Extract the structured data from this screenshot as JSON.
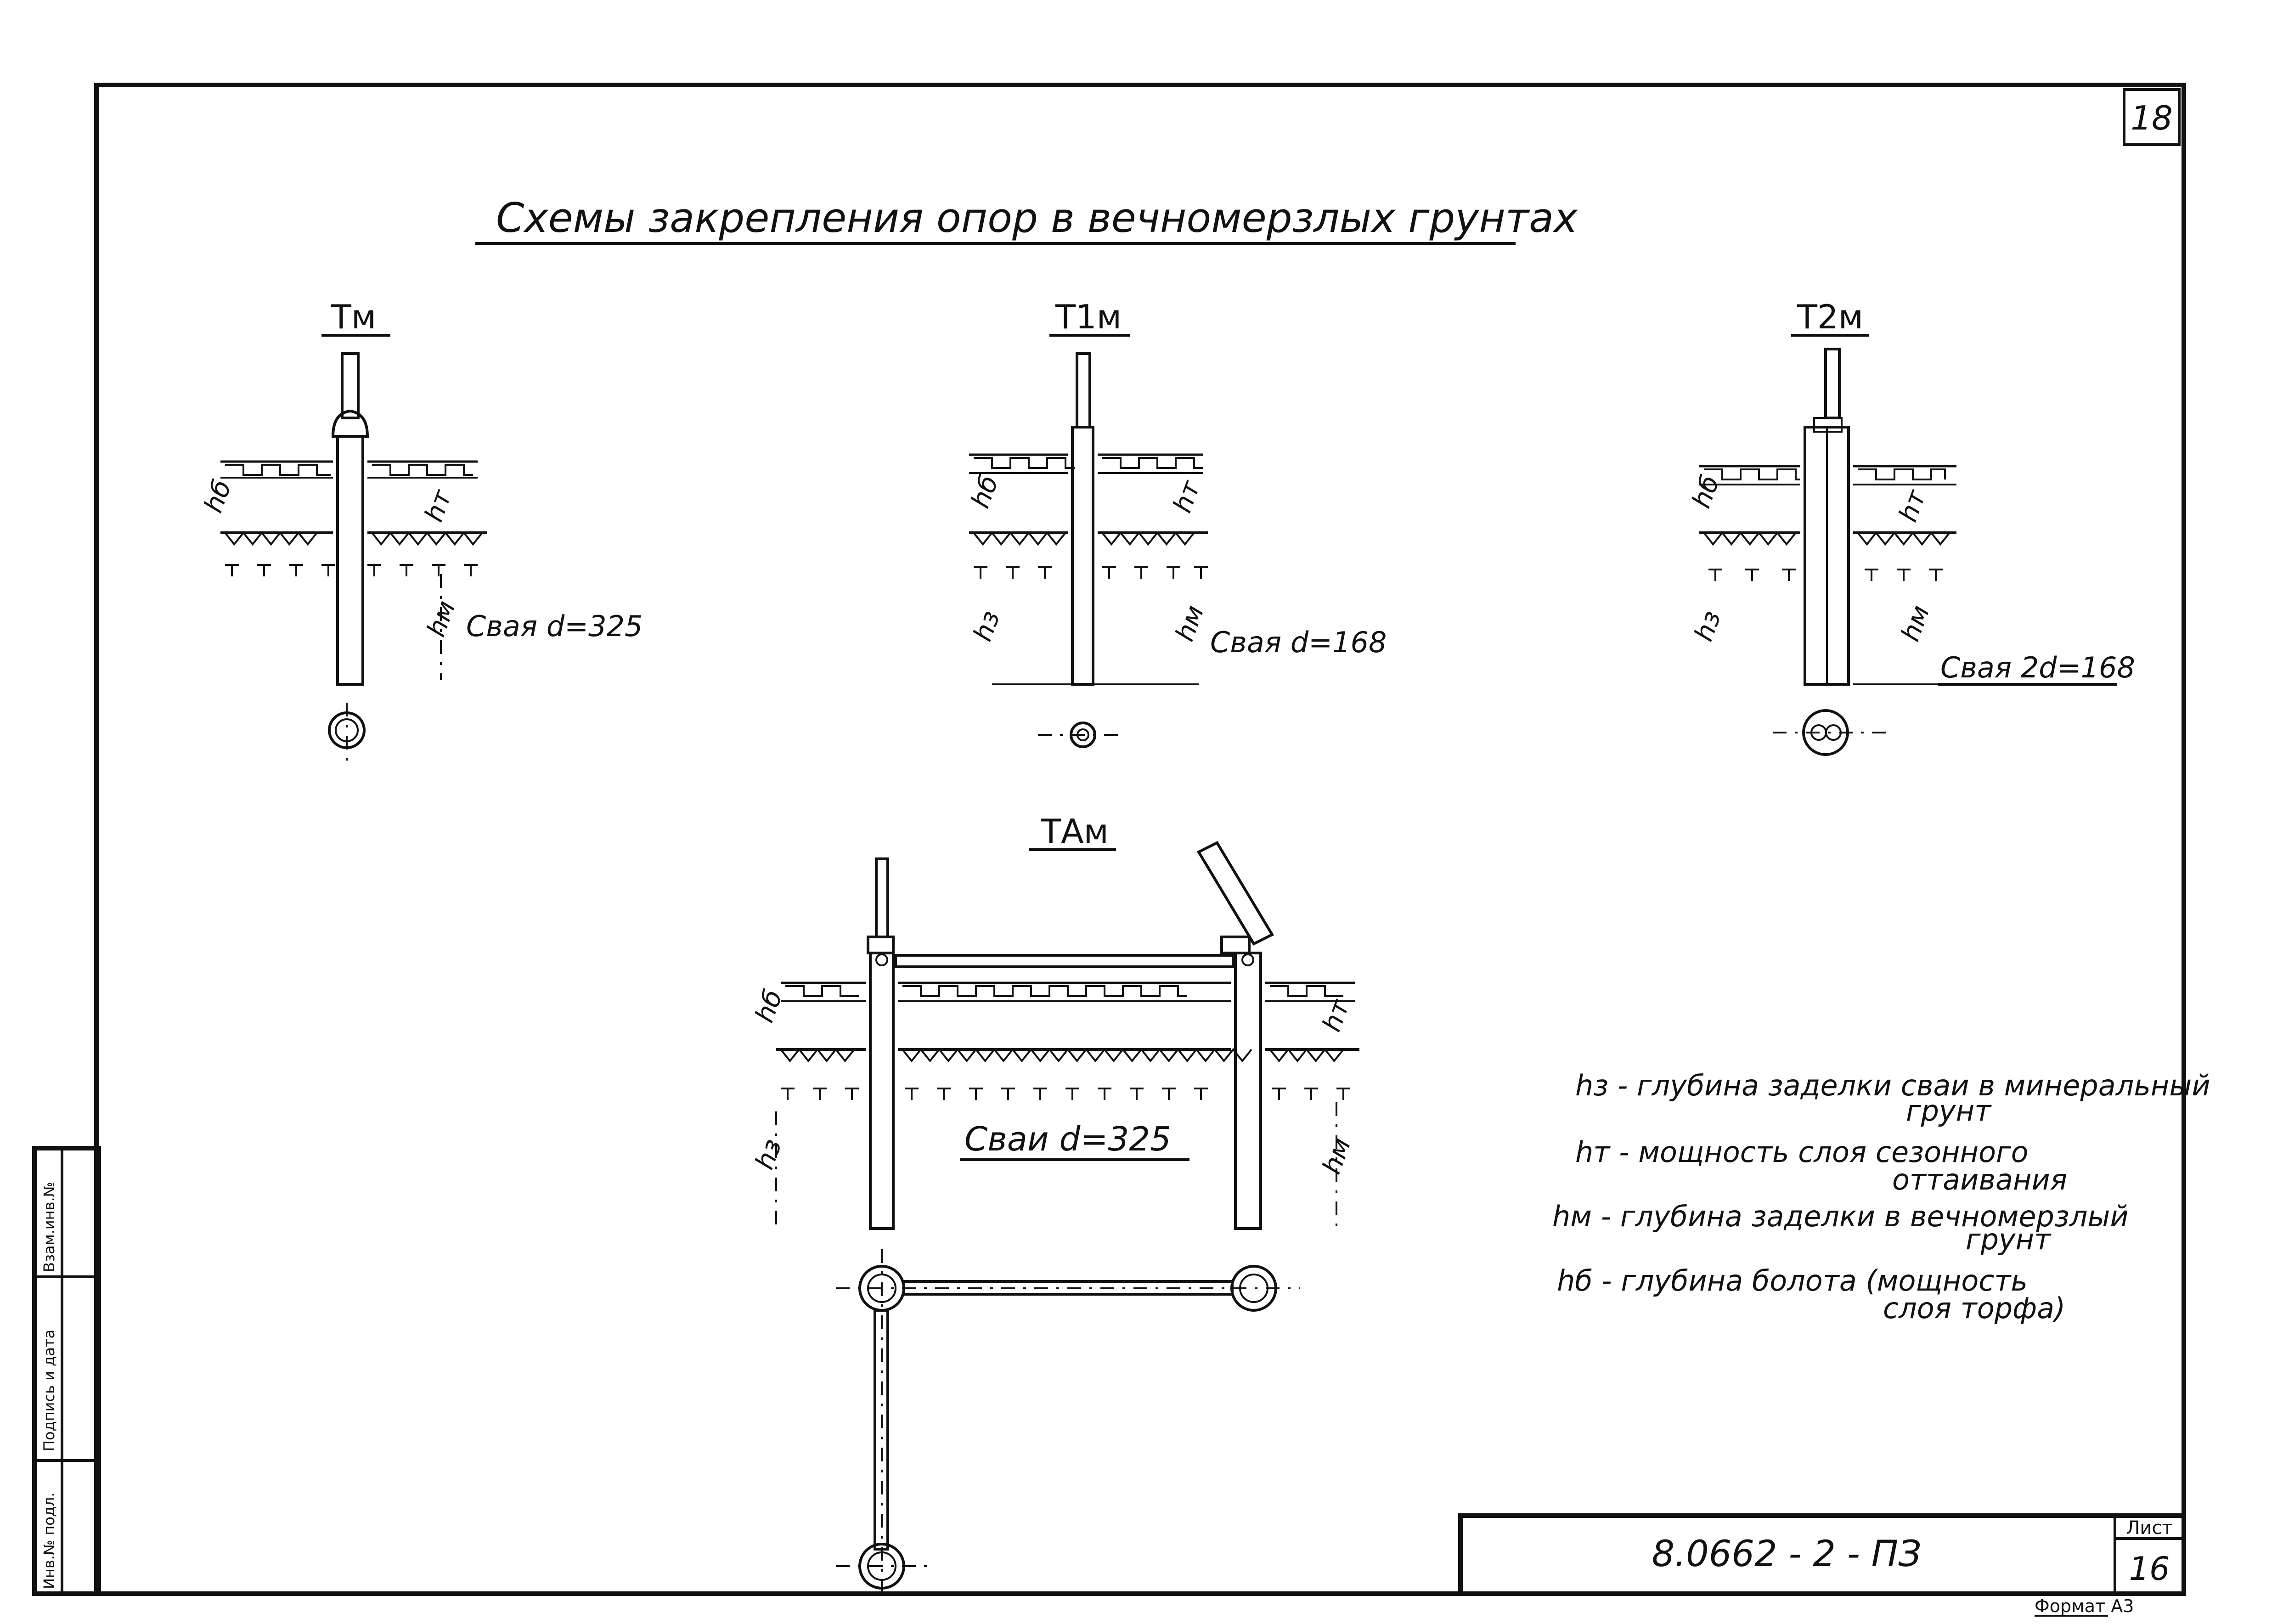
{
  "sheet_number": "18",
  "title": "Схемы закрепления опор в вечномерзлых грунтах",
  "schemes": {
    "tm": {
      "label": "Тм",
      "pile_note": "Свая d=325",
      "hb": "hб",
      "ht": "hт",
      "hm": "hм"
    },
    "t1m": {
      "label": "Т1м",
      "pile_note": "Свая d=168",
      "hb": "hб",
      "ht": "hт",
      "hz": "hз",
      "hm": "hм"
    },
    "t2m": {
      "label": "Т2м",
      "pile_note": "Свая 2d=168",
      "hb": "hб",
      "ht": "hт",
      "hz": "hз",
      "hm": "hм"
    },
    "tam": {
      "label": "ТАм",
      "pile_note": "Сваи d=325",
      "hb": "hб",
      "ht": "hт",
      "hz": "hз",
      "hm": "hм"
    }
  },
  "legend": [
    {
      "line1": "hз - глубина заделки сваи в минеральный",
      "line2": "грунт"
    },
    {
      "line1": "hт - мощность слоя сезонного",
      "line2": "оттаивания"
    },
    {
      "line1": "hм - глубина заделки в вечномерзлый",
      "line2": "грунт"
    },
    {
      "line1": "hб - глубина болота (мощность",
      "line2": "слоя торфа)"
    }
  ],
  "stamp": {
    "doc_code": "8.0662 - 2 - ПЗ",
    "sheet_label": "Лист",
    "sheet_value": "16",
    "format": "Формат А3"
  },
  "side_stamp": {
    "inv": "Инв.№ подл.",
    "sign": "Подпись и дата",
    "vzam": "Взам.инв.№"
  }
}
